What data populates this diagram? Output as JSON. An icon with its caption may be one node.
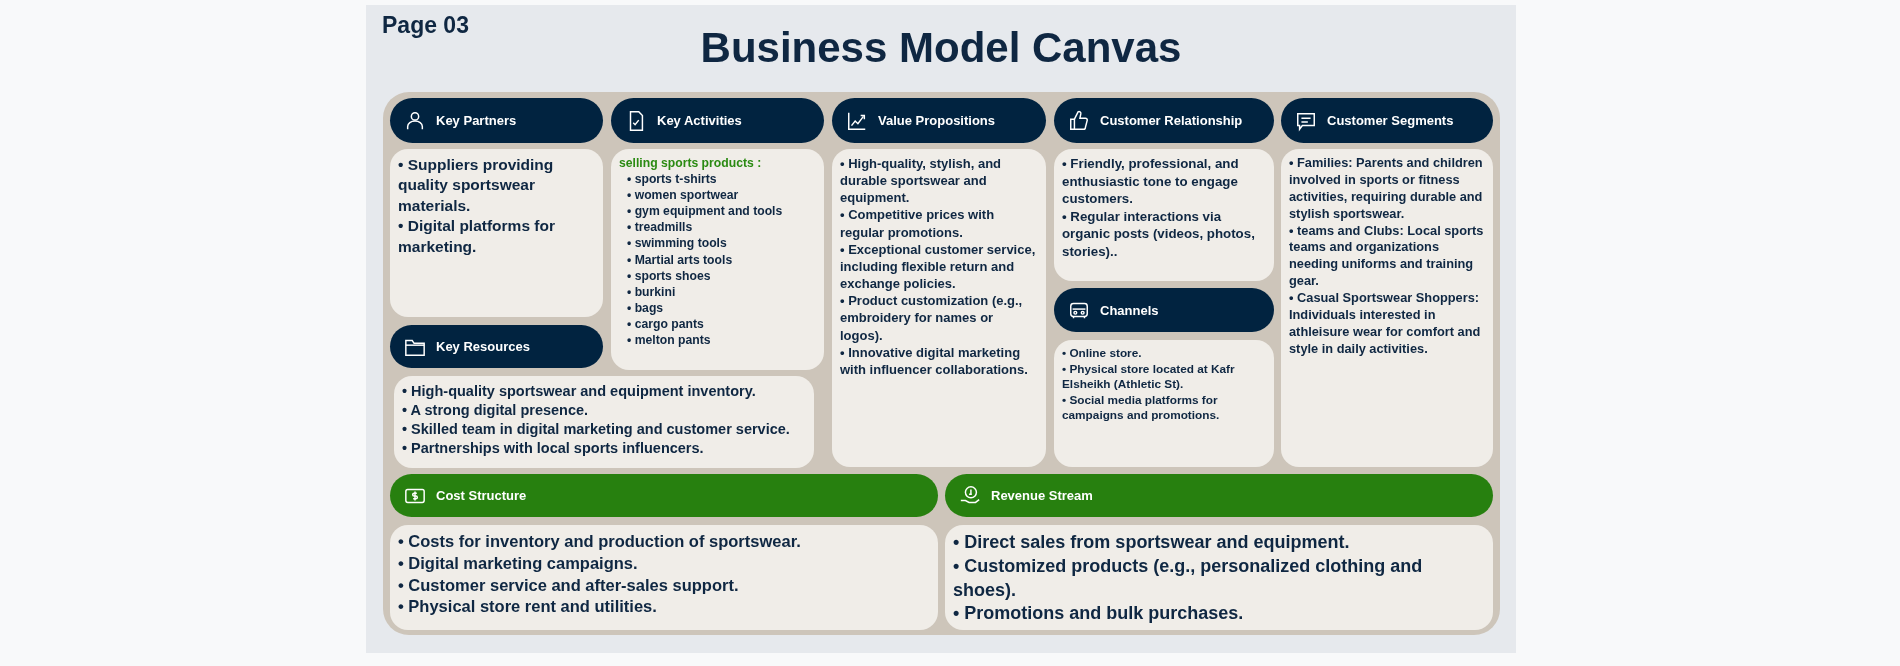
{
  "diagram": {
    "title": "Business Model Canvas",
    "nodes": [
      {
        "text": [
          "Key Partners"
        ]
      },
      {
        "text": [
          "• Suppliers providing quality sportswear materials.",
          "• Digital platforms for marketing."
        ]
      },
      {
        "text": [
          "Key Activities"
        ]
      },
      {
        "text": [
          "selling sports products :",
          "• sports t-shirts",
          "• women sportwear",
          "• gym equipment and tools",
          "• treadmills",
          "• swimming tools",
          "• Martial arts tools",
          "• sports shoes",
          "• burkini",
          "• bags",
          "• cargo pants",
          "• melton pants"
        ]
      },
      {
        "text": [
          "Value Propositions"
        ]
      },
      {
        "text": [
          "• High-quality, stylish, and durable sportswear and equipment.",
          "• Competitive prices with regular promotions.",
          "• Exceptional customer service, including flexible return and exchange policies.",
          "• Product customization (e.g., embroidery for names or logos).",
          "• Innovative digital marketing with influencer collaborations."
        ]
      },
      {
        "text": [
          "Customer Relationship"
        ]
      },
      {
        "text": [
          "• Friendly, professional, and enthusiastic tone to engage customers.",
          "• Regular interactions via organic posts (videos, photos, stories).."
        ]
      },
      {
        "text": [
          "Channels"
        ]
      },
      {
        "text": [
          "• Online store.",
          "• Physical store located at Kafr Elsheikh (Athletic St).",
          "• Social media platforms for campaigns and promotions."
        ]
      },
      {
        "text": [
          "Customer Segments"
        ]
      },
      {
        "text": [
          "• **Families**: Parents and children involved in sports or fitness activities, requiring durable and stylish sportswear.",
          "• **teams and Clubs**: Local sports teams and organizations needing uniforms and training gear.",
          "• **Casual Sportswear Shoppers**: Individuals interested in athleisure wear for comfort and style in daily activities."
        ]
      },
      {
        "text": [
          "Key Resources"
        ]
      },
      {
        "text": [
          "• High-quality sportswear and equipment inventory.",
          "• A strong digital presence.",
          "• Skilled team in digital marketing and customer service.",
          "• Partnerships with local sports influencers."
        ]
      },
      {
        "text": [
          "Cost Structure"
        ]
      },
      {
        "text": [
          "• Costs for inventory and production of sportswear.",
          "• Digital marketing campaigns.",
          "• Customer service and after-sales support.",
          "• Physical store rent and utilities."
        ]
      },
      {
        "text": [
          "Revenue Stream"
        ]
      },
      {
        "text": [
          "• Direct sales from sportswear and equipment.",
          "• Customized products (e.g., personalized clothing and shoes).",
          "• Promotions and bulk purchases."
        ]
      }
    ],
    "labels": [
      "Page 03"
    ]
  }
}
